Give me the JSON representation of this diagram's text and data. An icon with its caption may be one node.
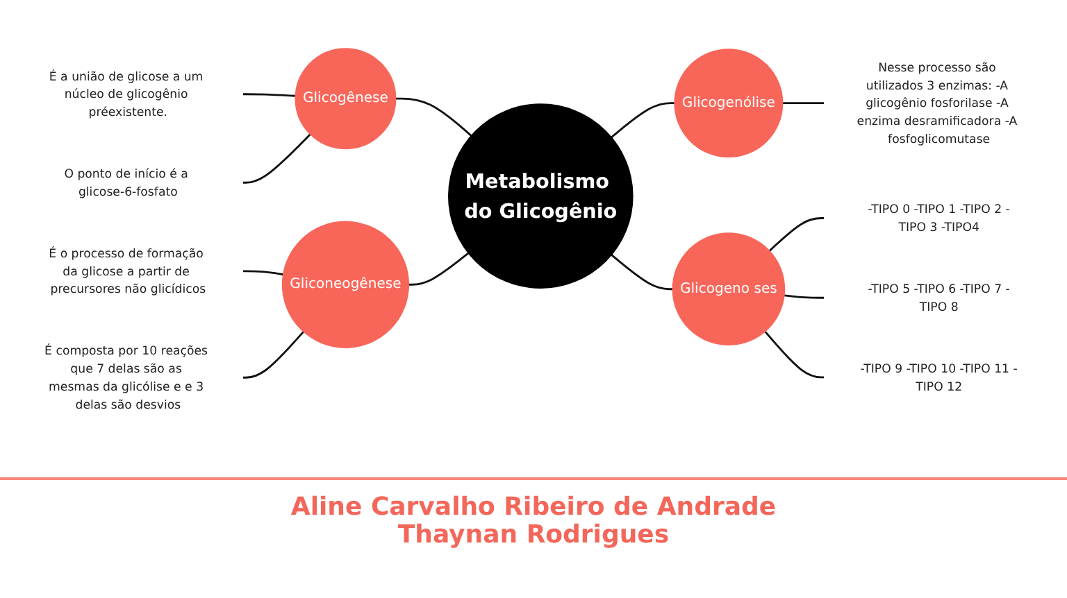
{
  "diagram": {
    "nodes": [
      {
        "text": [
          "Metabolismo do Glicogênio"
        ]
      },
      {
        "text": [
          "Glicogênese"
        ]
      },
      {
        "text": [
          "É a união de glicose a um núcleo de glicogênio préexistente."
        ]
      },
      {
        "text": [
          "O ponto de início é a glicose-6-fosfato"
        ]
      },
      {
        "text": [
          "Gliconeogênese"
        ]
      },
      {
        "text": [
          "É o processo de formação da glicose a partir de precursores não glicídicos"
        ]
      },
      {
        "text": [
          "É composta por 10 reações que 7 delas são as mesmas da glicólise e e 3 delas são desvios"
        ]
      },
      {
        "text": [
          "Glicogenólise"
        ]
      },
      {
        "text": [
          "Nesse processo são utilizados 3 enzimas: -A glicogênio fosforilase -A enzima desramificadora -A fosfoglicomutase"
        ]
      },
      {
        "text": [
          "Glicogeno ses"
        ]
      },
      {
        "text": [
          "-TIPO 0 -TIPO 1 -TIPO 2 -TIPO 3 -TIPO4"
        ]
      },
      {
        "text": [
          "-TIPO 5 -TIPO 6 -TIPO 7 -TIPO 8"
        ]
      },
      {
        "text": [
          "-TIPO 9 -TIPO 10 -TIPO 11 -TIPO 12"
        ]
      }
    ],
    "edges": [
      {
        "from": 2,
        "to": 1,
        "arrow": "none"
      },
      {
        "from": 3,
        "to": 1,
        "arrow": "none"
      },
      {
        "from": 5,
        "to": 4,
        "arrow": "none"
      },
      {
        "from": 6,
        "to": 4,
        "arrow": "none"
      },
      {
        "from": 1,
        "to": 0,
        "arrow": "none"
      },
      {
        "from": 4,
        "to": 0,
        "arrow": "none"
      },
      {
        "from": 0,
        "to": 7,
        "arrow": "none"
      },
      {
        "from": 0,
        "to": 9,
        "arrow": "none"
      },
      {
        "from": 7,
        "to": 8,
        "arrow": "none"
      },
      {
        "from": 9,
        "to": 10,
        "arrow": "none"
      },
      {
        "from": 9,
        "to": 11,
        "arrow": "none"
      },
      {
        "from": 9,
        "to": 12,
        "arrow": "none"
      }
    ],
    "labels": [
      "Aline Carvalho Ribeiro de Andrade",
      "Thaynan Rodrigues"
    ]
  }
}
